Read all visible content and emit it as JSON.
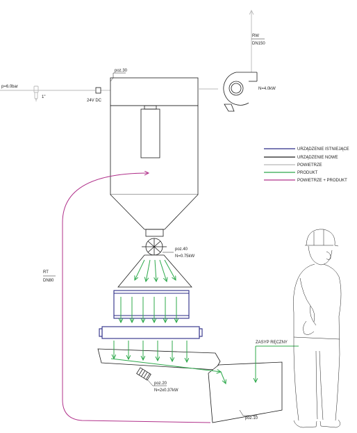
{
  "labels": {
    "pressure": "p=6.0bar",
    "fitting": "1\"",
    "valve": "24V DC",
    "exhaust_name": "RW",
    "exhaust_dn": "DN150",
    "filter": "poz.30",
    "fan_power": "N=4.0kW",
    "rotary_valve": "poz.40",
    "rotary_power": "N=0.75kW",
    "return_name": "RT",
    "return_dn": "DN80",
    "manual_feed": "ZASYP RĘCZNY",
    "sieve": "poz.20",
    "sieve_power": "N=2x0.37kW",
    "hopper": "poz.10"
  },
  "legend": [
    {
      "label": "URZĄDZENIE ISTNIEJĄCE",
      "color": "#2a2a86"
    },
    {
      "label": "URZĄDZENIE NOWE",
      "color": "#1a1a1a"
    },
    {
      "label": "POWIETRZE",
      "color": "#b8b8b8"
    },
    {
      "label": "PRODUKT",
      "color": "#2ca84a"
    },
    {
      "label": "POWIETRZE + PRODUKT",
      "color": "#b0308a"
    }
  ],
  "colors": {
    "existing": "#2a2a86",
    "new": "#1a1a1a",
    "air": "#b8b8b8",
    "product": "#2ca84a",
    "air_product": "#b0308a"
  }
}
